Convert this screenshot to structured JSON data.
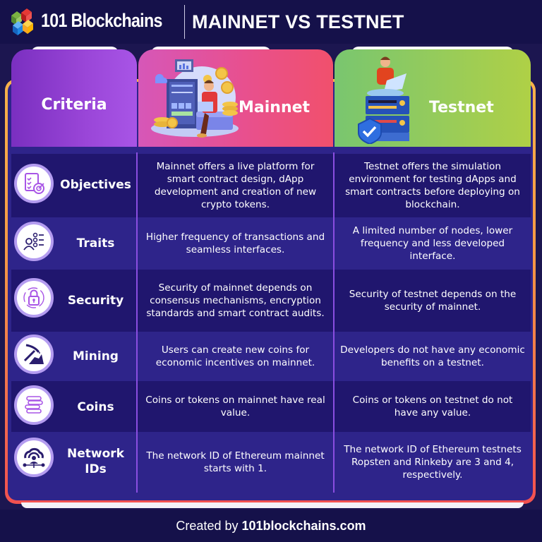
{
  "header": {
    "brand": "101 Blockchains",
    "title": "MAINNET VS TESTNET",
    "logo_icon": "cube-cluster-logo-icon"
  },
  "columns": {
    "criteria": {
      "label": "Criteria",
      "color": "#9a46d8"
    },
    "mainnet": {
      "label": "Mainnet",
      "color": "#e8508e",
      "illustration": "person-laptop-bitcoin-server-illustration"
    },
    "testnet": {
      "label": "Testnet",
      "color": "#94cb5c",
      "illustration": "person-laptop-server-shield-illustration"
    }
  },
  "rows": [
    {
      "criteria": "Objectives",
      "icon": "checklist-target-icon",
      "mainnet": "Mainnet offers a live platform for smart contract design, dApp development and creation of new crypto tokens.",
      "testnet": "Testnet offers the simulation environment for testing dApps and smart contracts before deploying on blockchain."
    },
    {
      "criteria": "Traits",
      "icon": "user-checklist-icon",
      "mainnet": "Higher frequency of transactions and seamless interfaces.",
      "testnet": "A limited number of nodes, lower frequency and less developed interface."
    },
    {
      "criteria": "Security",
      "icon": "padlock-icon",
      "mainnet": "Security of mainnet depends on consensus mechanisms, encryption standards and smart contract audits.",
      "testnet": "Security of testnet depends on the security of mainnet."
    },
    {
      "criteria": "Mining",
      "icon": "pickaxe-icon",
      "mainnet": "Users can create new coins for economic incentives on mainnet.",
      "testnet": "Developers do not have any economic benefits on a testnet."
    },
    {
      "criteria": "Coins",
      "icon": "coin-stack-icon",
      "mainnet": "Coins or tokens on mainnet have real value.",
      "testnet": "Coins or tokens on testnet do not have any value."
    },
    {
      "criteria": "Network IDs",
      "icon": "network-cloud-icon",
      "mainnet": "The network ID of Ethereum mainnet starts with 1.",
      "testnet": "The network ID of Ethereum testnets Ropsten and Rinkeby are 3 and 4, respectively."
    }
  ],
  "footer": {
    "prefix": "Created by ",
    "link": "101blockchains.com"
  },
  "colors": {
    "background": "#15114a",
    "table_dark": "#20166e",
    "table_light": "#2e248a",
    "frame_top": "#f7b24a",
    "frame_bottom": "#f25150",
    "divider": "#8a4ee0",
    "icon_accent": "#a855e6"
  }
}
